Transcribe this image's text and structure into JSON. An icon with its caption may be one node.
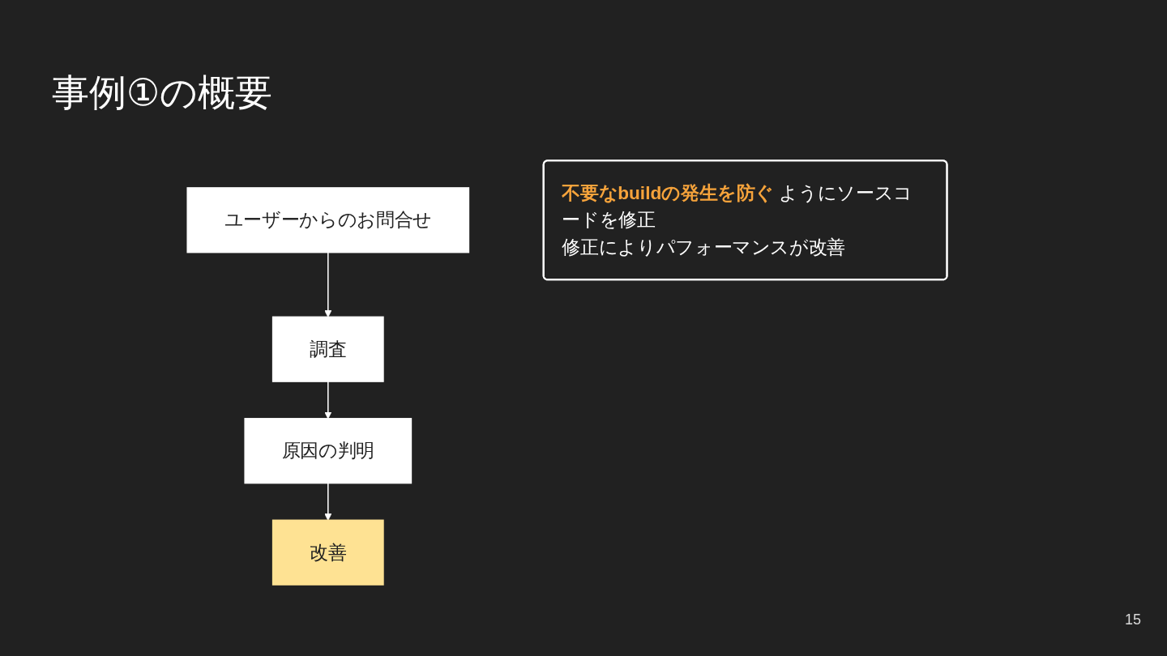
{
  "diagram": {
    "title": "事例①の概要",
    "nodes": [
      {
        "text": [
          "ユーザーからのお問合せ"
        ]
      },
      {
        "text": [
          "調査"
        ]
      },
      {
        "text": [
          "原因の判明"
        ]
      },
      {
        "text": [
          "改善"
        ]
      },
      {
        "text": [
          "**不要なbuildの発生を防ぐ** ようにソースコードを修正",
          "修正によりパフォーマンスが改善"
        ]
      }
    ],
    "edges": [
      {
        "from": 0,
        "to": 1,
        "arrow": "to"
      },
      {
        "from": 1,
        "to": 2,
        "arrow": "to"
      },
      {
        "from": 2,
        "to": 3,
        "arrow": "to"
      }
    ],
    "labels": [
      "15"
    ]
  }
}
